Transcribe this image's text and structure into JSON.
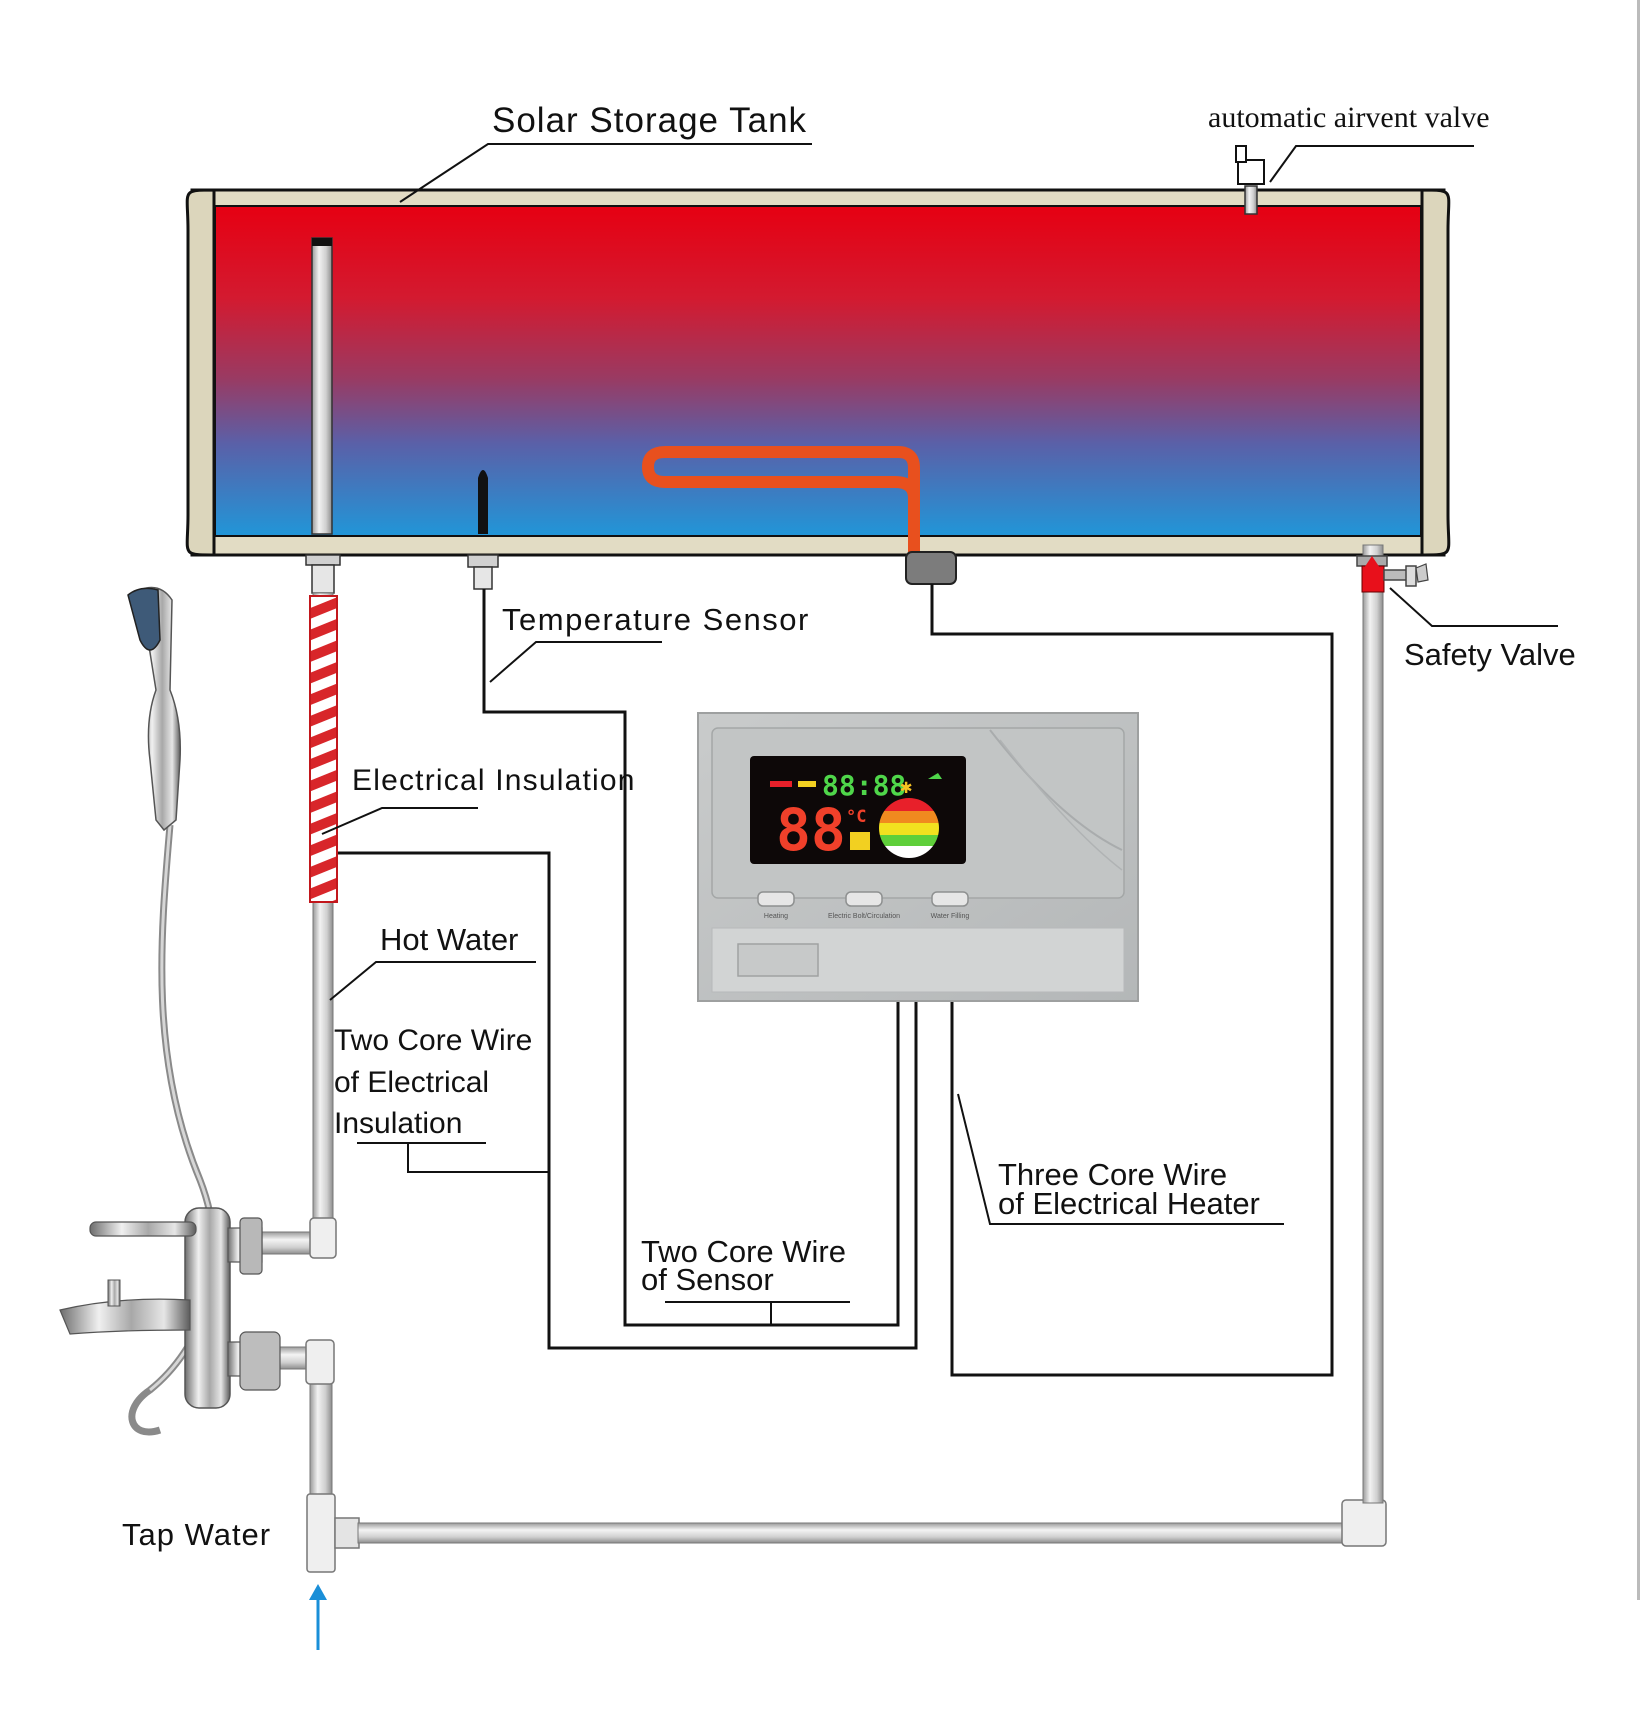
{
  "labels": {
    "tank": "Solar Storage Tank",
    "air_vent": "automatic airvent valve",
    "temp_sensor": "Temperature Sensor",
    "safety_valve": "Safety Valve",
    "elec_insulation": "Electrical Insulation",
    "hot_water": "Hot Water",
    "two_core_insulation": [
      "Two Core Wire",
      "of Electrical",
      "Insulation"
    ],
    "three_core_heater": [
      "Three Core Wire",
      "of Electrical Heater"
    ],
    "two_core_sensor": [
      "Two Core Wire",
      "of Sensor"
    ],
    "tap_water": "Tap Water"
  },
  "controller": {
    "display_top": "88:88",
    "display_main": "88",
    "unit": "°C",
    "buttons": [
      "Heating",
      "Electric Bolt/Circulation",
      "Water Filling"
    ]
  },
  "colors": {
    "tank_hot": "#e60012",
    "tank_cold": "#2590d0",
    "shell": "#e2dcc4",
    "heater_coil": "#e8501e",
    "wire": "#111111",
    "pipe": "#d8d8d8",
    "flow_arrow": "#1a8fd8"
  }
}
